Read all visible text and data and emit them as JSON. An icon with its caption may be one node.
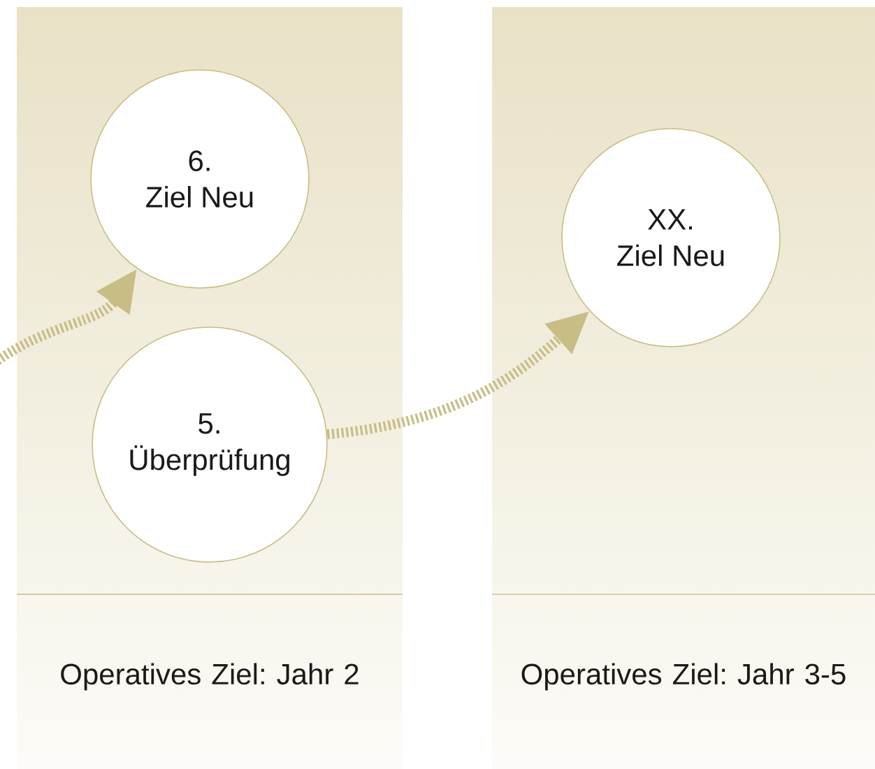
{
  "diagram": {
    "nodes": [
      {
        "text": [
          "Operatives Ziel: Jahr 2"
        ]
      },
      {
        "text": [
          "6.",
          "Ziel Neu"
        ],
        "in": 0
      },
      {
        "text": [
          "5.",
          "Überprüfung"
        ],
        "in": 0
      },
      {
        "text": [
          "Operatives Ziel: Jahr 3-5"
        ]
      },
      {
        "text": [
          "XX.",
          "Ziel Neu"
        ],
        "in": 3
      }
    ],
    "edges": [
      {
        "from": null,
        "to": 1,
        "arrow": "to",
        "style": "dashed"
      },
      {
        "from": 2,
        "to": 4,
        "arrow": "to",
        "style": "dashed"
      }
    ]
  }
}
